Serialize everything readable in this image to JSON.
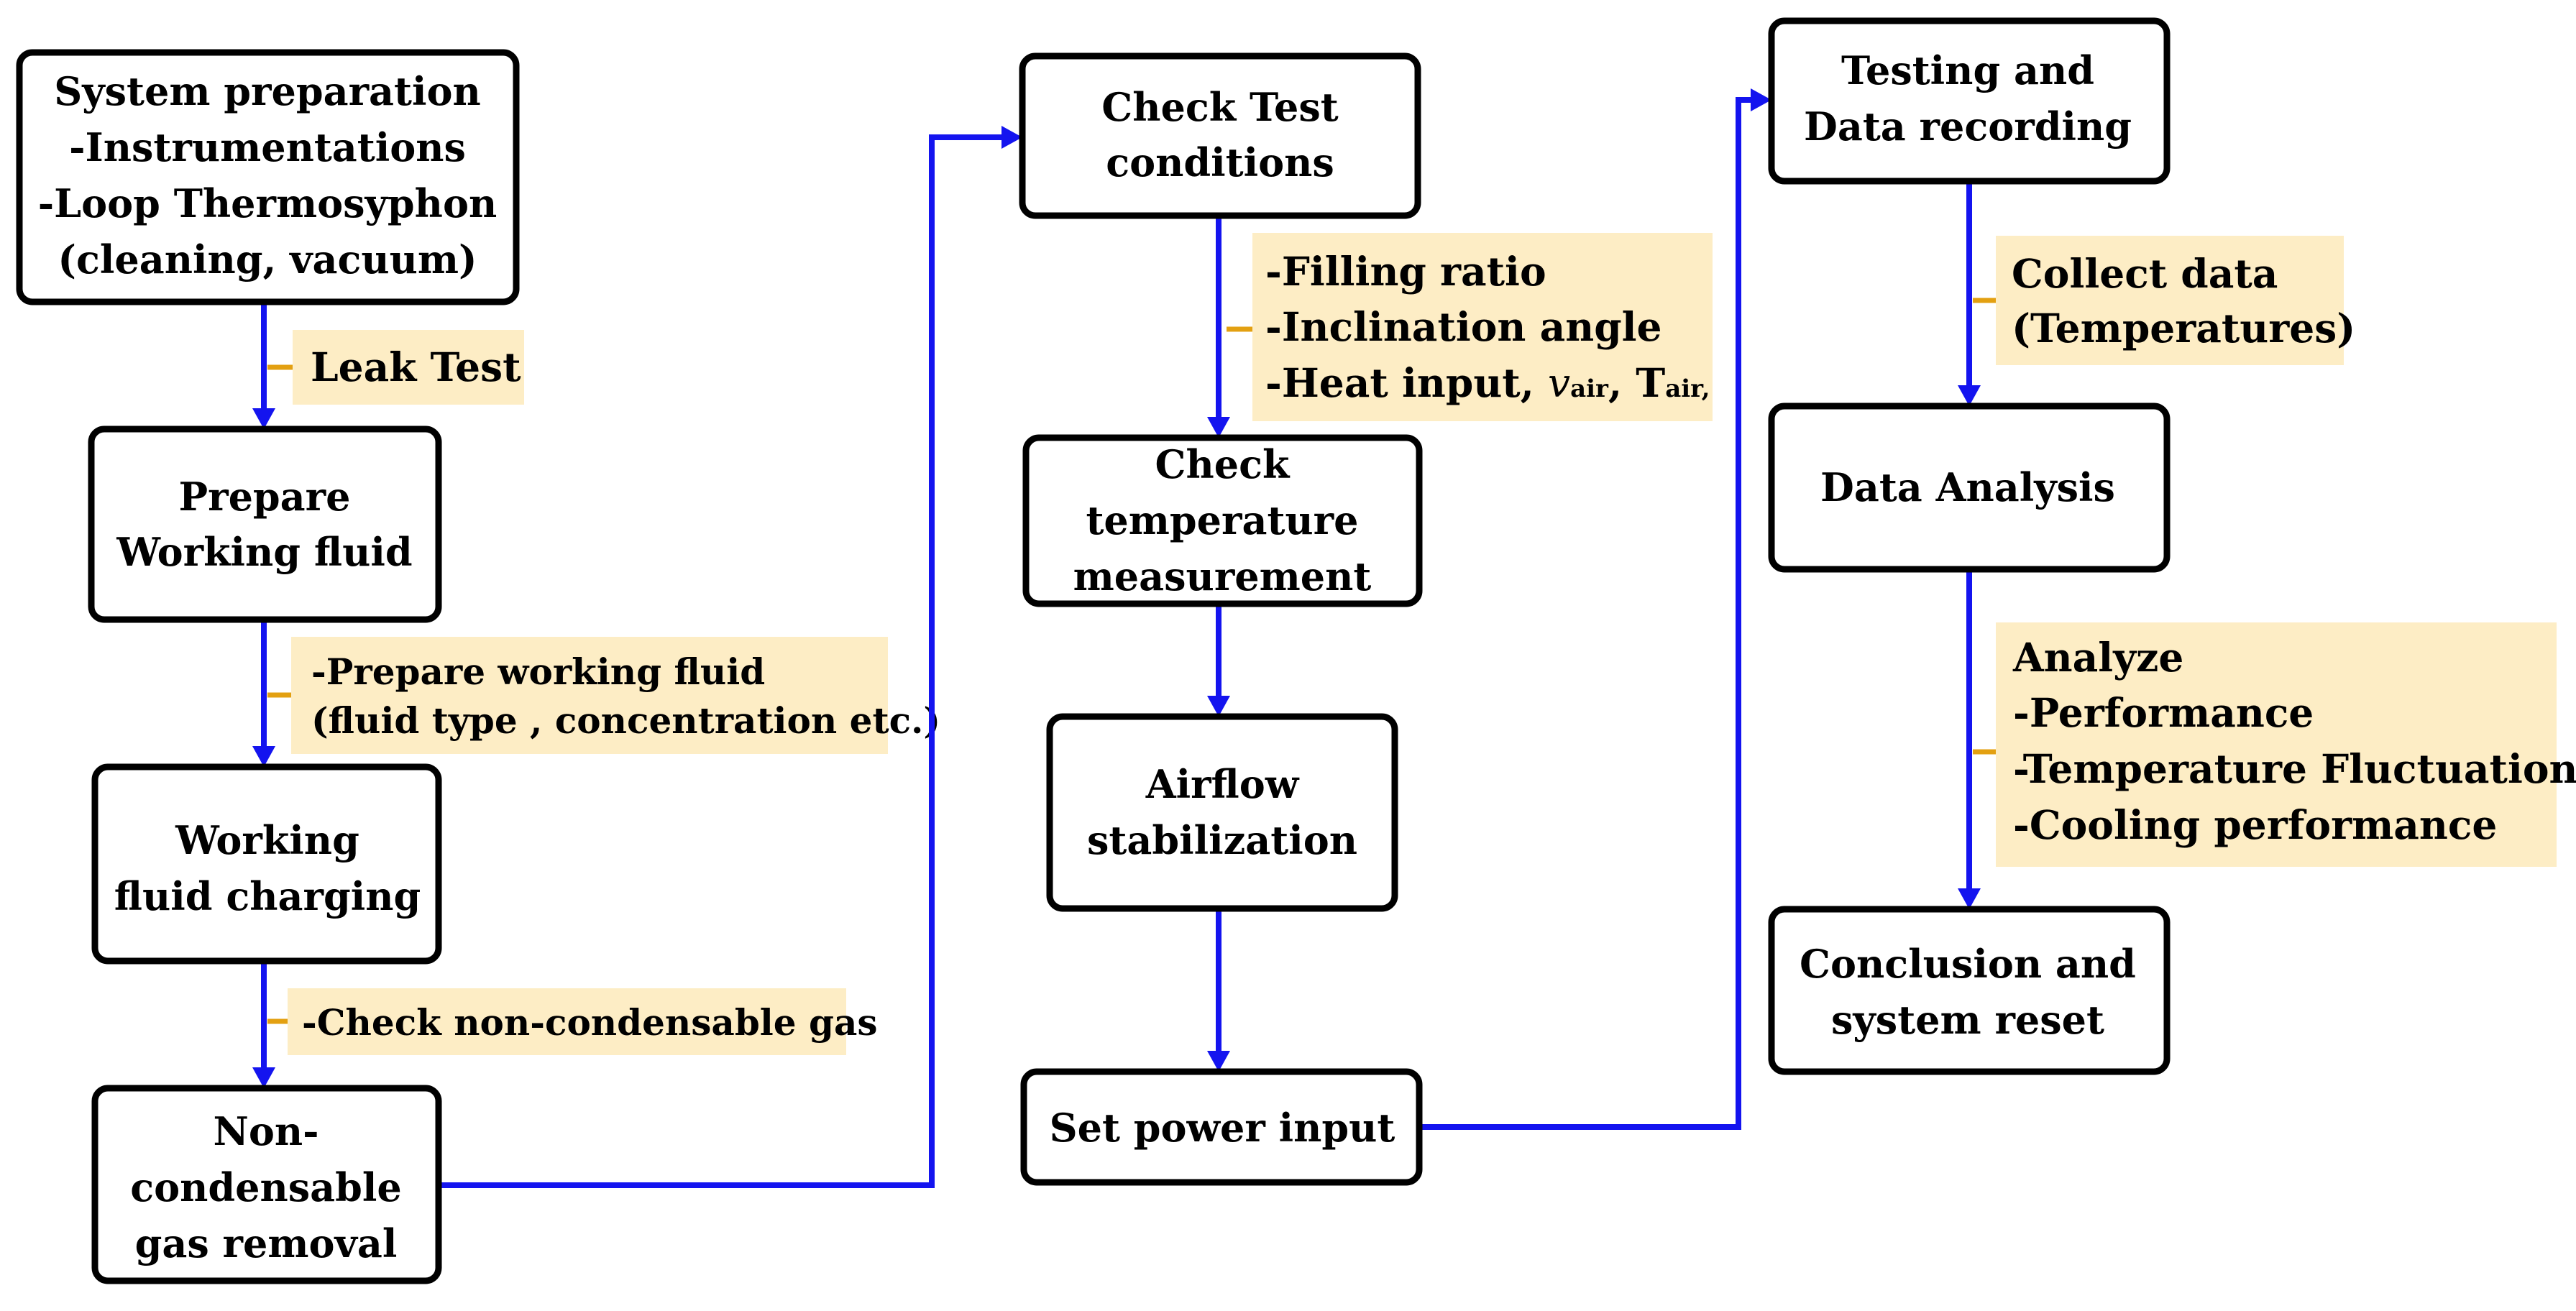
{
  "boxes": {
    "system_preparation": [
      "System preparation",
      "-Instrumentations",
      "-Loop Thermosyphon",
      "(cleaning, vacuum)"
    ],
    "prepare_fluid": [
      "Prepare",
      "Working fluid"
    ],
    "fluid_charging": [
      "Working",
      "fluid charging"
    ],
    "ncg_removal": [
      "Non-",
      "condensable",
      "gas removal"
    ],
    "check_test_conditions": [
      "Check Test",
      "conditions"
    ],
    "check_temperature": [
      "Check",
      "temperature",
      "measurement"
    ],
    "airflow": [
      "Airflow",
      "stabilization"
    ],
    "set_power": [
      "Set power input"
    ],
    "testing": [
      "Testing  and",
      "Data recording"
    ],
    "data_analysis": [
      "Data Analysis"
    ],
    "conclusion": [
      "Conclusion and",
      "system reset"
    ]
  },
  "notes": {
    "leak_test": [
      "Leak Test"
    ],
    "prepare_working_fluid": [
      "-Prepare working fluid",
      "(fluid type , concentration etc.)"
    ],
    "check_ncg": [
      "-Check non-condensable gas"
    ],
    "test_conditions": {
      "lines": [
        "-Filling ratio",
        "-Inclination angle"
      ],
      "heat_prefix": "-Heat input, ",
      "v_symbol": "v",
      "v_sub": "air",
      "comma": ", ",
      "t_symbol": "T",
      "t_sub": "air,"
    },
    "collect_data": [
      "Collect data",
      "(Temperatures)"
    ],
    "analyze": [
      "Analyze",
      "-Performance",
      "-Temperature Fluctuation",
      "-Cooling performance"
    ]
  },
  "colors": {
    "flow_arrow": "#1414ef",
    "note_fill": "#fdedc5",
    "note_tick": "#e3a011",
    "box_stroke": "#000000"
  }
}
